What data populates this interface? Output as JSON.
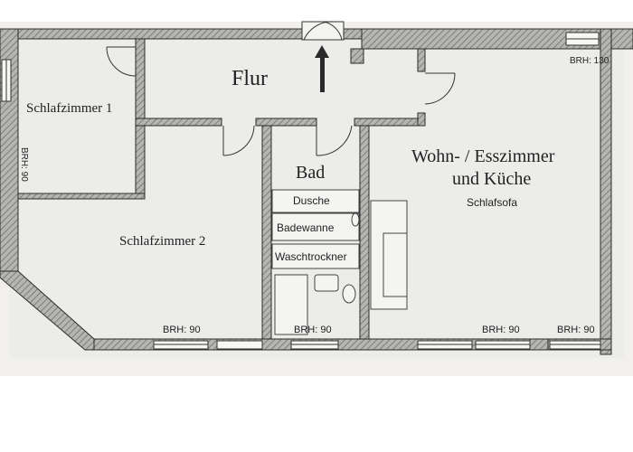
{
  "rooms": {
    "flur": "Flur",
    "schlafzimmer1": "Schlafzimmer 1",
    "schlafzimmer2": "Schlafzimmer 2",
    "bad": "Bad",
    "wohn_line1": "Wohn- / Esszimmer",
    "wohn_line2": "und Küche"
  },
  "fixtures": {
    "dusche": "Dusche",
    "badewanne": "Badewanne",
    "waschtrockner": "Waschtrockner",
    "schlafsofa": "Schlafsofa"
  },
  "sill_heights": {
    "wohn_top": "BRH: 130",
    "schlaf1_left": "BRH: 90",
    "schlaf2_bottom": "BRH: 90",
    "bad_bottom": "BRH: 90",
    "wohn_bottom_1": "BRH: 90",
    "wohn_bottom_2": "BRH: 90"
  },
  "colors": {
    "background": "#ffffff",
    "floor": "#ececea",
    "wall": "#9c9c9a",
    "wall_outline": "#2b2b2b",
    "line": "#333333"
  }
}
